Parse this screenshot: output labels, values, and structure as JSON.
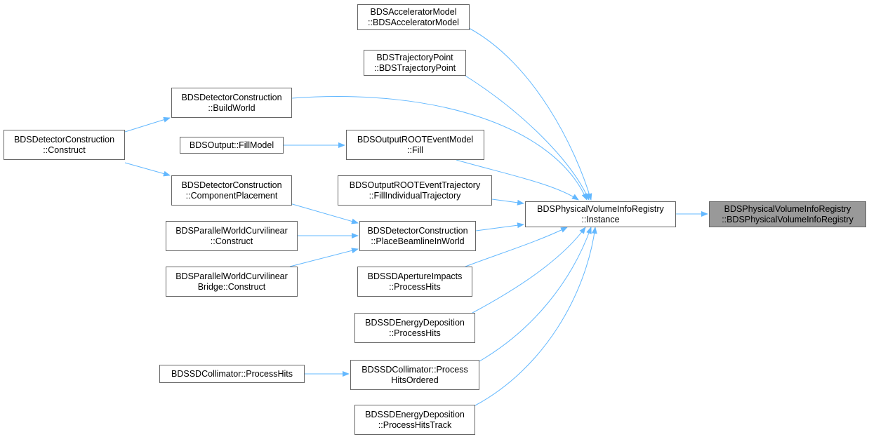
{
  "colors": {
    "edge": "#63b8ff",
    "node_border": "#666666",
    "focus_fill": "#999999",
    "background": "#ffffff"
  },
  "nodes": [
    {
      "id": "focus",
      "lines": [
        "BDSPhysicalVolumeInfoRegistry",
        "::BDSPhysicalVolumeInfoRegistry"
      ]
    },
    {
      "id": "instance",
      "lines": [
        "BDSPhysicalVolumeInfoRegistry",
        "::Instance"
      ]
    },
    {
      "id": "accmodel",
      "lines": [
        "BDSAcceleratorModel",
        "::BDSAcceleratorModel"
      ]
    },
    {
      "id": "trajpoint",
      "lines": [
        "BDSTrajectoryPoint",
        "::BDSTrajectoryPoint"
      ]
    },
    {
      "id": "buildworld",
      "lines": [
        "BDSDetectorConstruction",
        "::BuildWorld"
      ]
    },
    {
      "id": "construct",
      "lines": [
        "BDSDetectorConstruction",
        "::Construct"
      ]
    },
    {
      "id": "fillmodel",
      "lines": [
        "BDSOutput::FillModel"
      ]
    },
    {
      "id": "rootfill",
      "lines": [
        "BDSOutputROOTEventModel",
        "::Fill"
      ]
    },
    {
      "id": "compplace",
      "lines": [
        "BDSDetectorConstruction",
        "::ComponentPlacement"
      ]
    },
    {
      "id": "filltraj",
      "lines": [
        "BDSOutputROOTEventTrajectory",
        "::FillIndividualTrajectory"
      ]
    },
    {
      "id": "pwcconstruct",
      "lines": [
        "BDSParallelWorldCurvilinear",
        "::Construct"
      ]
    },
    {
      "id": "placebeam",
      "lines": [
        "BDSDetectorConstruction",
        "::PlaceBeamlineInWorld"
      ]
    },
    {
      "id": "pwcbconstruct",
      "lines": [
        "BDSParallelWorldCurvilinear",
        "Bridge::Construct"
      ]
    },
    {
      "id": "aperture",
      "lines": [
        "BDSSDApertureImpacts",
        "::ProcessHits"
      ]
    },
    {
      "id": "energydep",
      "lines": [
        "BDSSDEnergyDeposition",
        "::ProcessHits"
      ]
    },
    {
      "id": "collhits",
      "lines": [
        "BDSSDCollimator::ProcessHits"
      ]
    },
    {
      "id": "collordered",
      "lines": [
        "BDSSDCollimator::Process",
        "HitsOrdered"
      ]
    },
    {
      "id": "energytrack",
      "lines": [
        "BDSSDEnergyDeposition",
        "::ProcessHitsTrack"
      ]
    }
  ],
  "edges": [
    {
      "from": "instance",
      "to": "focus"
    },
    {
      "from": "accmodel",
      "to": "instance"
    },
    {
      "from": "trajpoint",
      "to": "instance"
    },
    {
      "from": "buildworld",
      "to": "instance"
    },
    {
      "from": "rootfill",
      "to": "instance"
    },
    {
      "from": "filltraj",
      "to": "instance"
    },
    {
      "from": "placebeam",
      "to": "instance"
    },
    {
      "from": "aperture",
      "to": "instance"
    },
    {
      "from": "energydep",
      "to": "instance"
    },
    {
      "from": "collordered",
      "to": "instance"
    },
    {
      "from": "energytrack",
      "to": "instance"
    },
    {
      "from": "construct",
      "to": "buildworld"
    },
    {
      "from": "construct",
      "to": "compplace"
    },
    {
      "from": "fillmodel",
      "to": "rootfill"
    },
    {
      "from": "compplace",
      "to": "placebeam"
    },
    {
      "from": "pwcconstruct",
      "to": "placebeam"
    },
    {
      "from": "pwcbconstruct",
      "to": "placebeam"
    },
    {
      "from": "collhits",
      "to": "collordered"
    }
  ]
}
